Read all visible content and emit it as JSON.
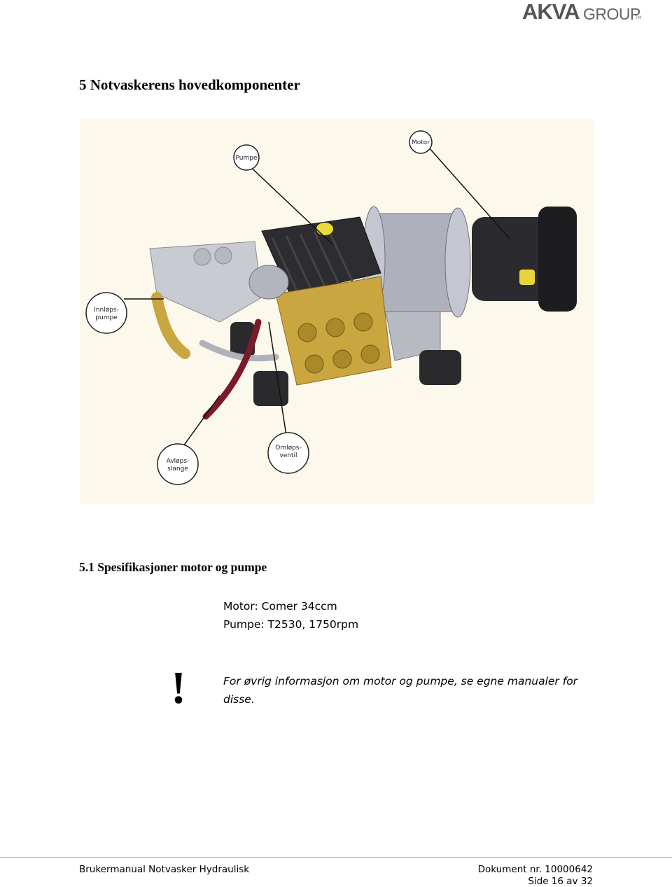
{
  "header": {
    "logo_bold": "AKVA",
    "logo_thin": "GROUP",
    "logo_tm": "TM"
  },
  "section_title": "5 Notvaskerens hovedkomponenter",
  "figure": {
    "callouts": {
      "pumpe": "Pumpe",
      "motor": "Motor",
      "innlops_line1": "Innløps-",
      "innlops_line2": "pumpe",
      "avlops_line1": "Avløps-",
      "avlops_line2": "slange",
      "omlops_line1": "Omløps-",
      "omlops_line2": "ventil"
    }
  },
  "subsection_title": "5.1 Spesifikasjoner motor og pumpe",
  "specs": {
    "motor": "Motor: Comer 34ccm",
    "pumpe": "Pumpe: T2530, 1750rpm"
  },
  "notice": {
    "icon": "!",
    "text": "For øvrig informasjon om motor og pumpe, se egne manualer for disse."
  },
  "footer": {
    "left": "Brukermanual Notvasker Hydraulisk",
    "doc": "Dokument nr. 10000642",
    "page": "Side 16 av 32"
  },
  "colors": {
    "figure_bg": "#fdf8ec",
    "brass": "#c9a640",
    "footer_rule": "#6fcfd8"
  }
}
